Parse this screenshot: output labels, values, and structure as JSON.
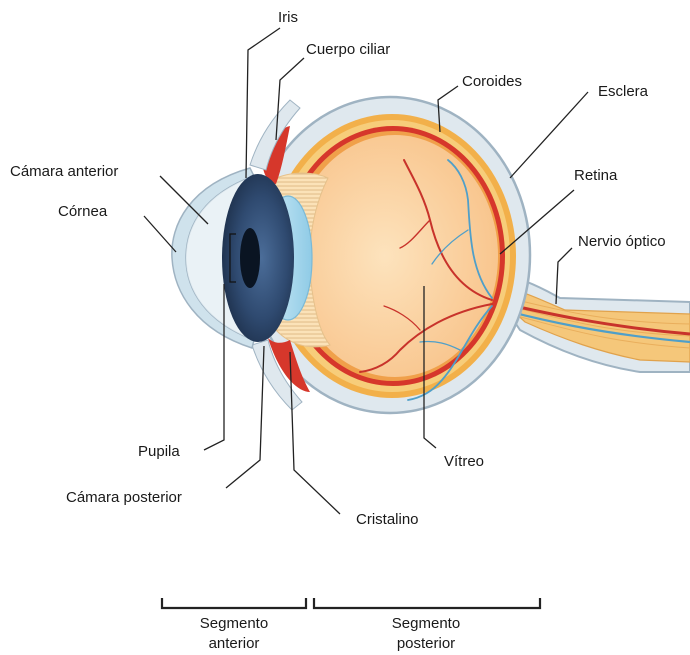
{
  "labels": {
    "iris": "Iris",
    "cuerpo_ciliar": "Cuerpo ciliar",
    "coroides": "Coroides",
    "esclera": "Esclera",
    "camara_anterior": "Cámara anterior",
    "retina": "Retina",
    "cornea": "Córnea",
    "nervio_optico": "Nervio óptico",
    "pupila": "Pupila",
    "vitreo": "Vítreo",
    "camara_posterior": "Cámara posterior",
    "cristalino": "Cristalino"
  },
  "segments": {
    "anterior": [
      "Segmento",
      "anterior"
    ],
    "posterior": [
      "Segmento",
      "posterior"
    ]
  },
  "colors": {
    "sclera": "#dfe8ee",
    "sclera_edge": "#9fb3c2",
    "choroid": "#f2b04a",
    "retina_red": "#d6372b",
    "vitreous": "#fcd6a8",
    "iris": "#2c4466",
    "lens": "#a9d8ee",
    "vessel_red": "#c8332b",
    "vessel_blue": "#4f9fc9",
    "nerve": "#f5c77a"
  }
}
